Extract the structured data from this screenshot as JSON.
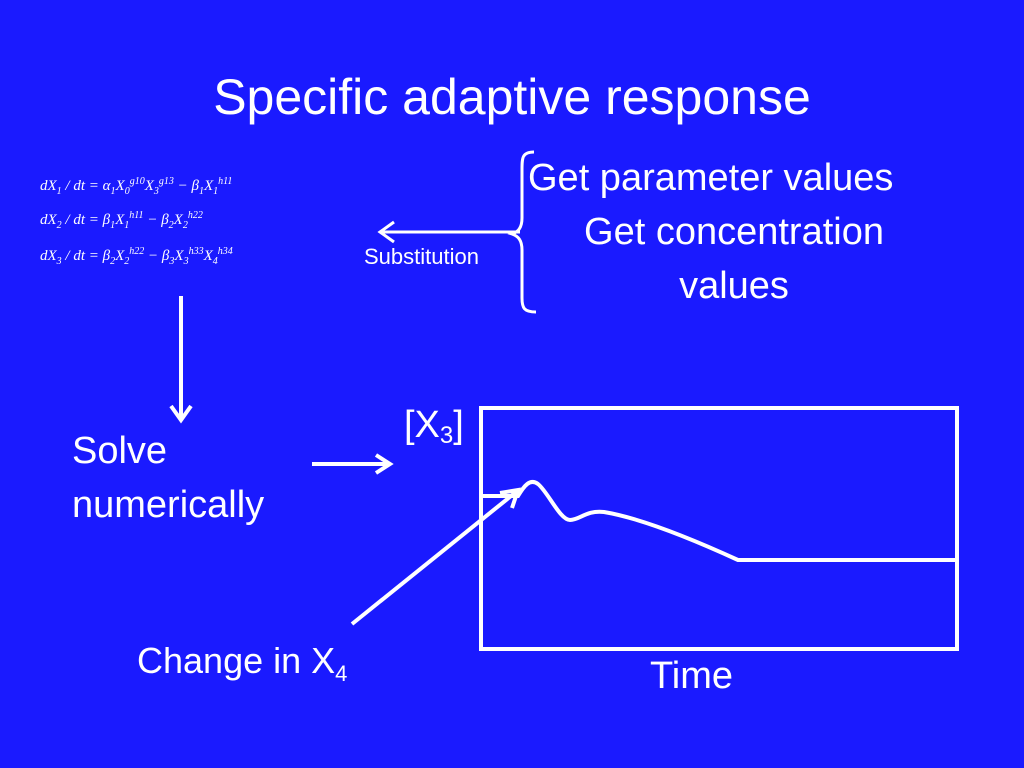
{
  "title": "Specific adaptive response",
  "equations": {
    "eq1": {
      "lhs": "dX",
      "lhs_sub": "1",
      "mid": " / dt = ",
      "a": "α",
      "a_sub": "1",
      "x0": "X",
      "x0_sub": "0",
      "x0_sup": "g10",
      "x3": "X",
      "x3_sub": "3",
      "x3_sup": "g13",
      "minus": " − ",
      "b": "β",
      "b_sub": "1",
      "x1": "X",
      "x1_sub": "1",
      "x1_sup": "h11"
    },
    "eq2": {
      "lhs": "dX",
      "lhs_sub": "2",
      "mid": " / dt = ",
      "b1": "β",
      "b1_sub": "1",
      "x1": "X",
      "x1_sub": "1",
      "x1_sup": "h11",
      "minus": " − ",
      "b2": "β",
      "b2_sub": "2",
      "x2": "X",
      "x2_sub": "2",
      "x2_sup": "h22"
    },
    "eq3": {
      "lhs": "dX",
      "lhs_sub": "3",
      "mid": " / dt = ",
      "b2": "β",
      "b2_sub": "2",
      "x2": "X",
      "x2_sub": "2",
      "x2_sup": "h22",
      "minus": " − ",
      "b3": "β",
      "b3_sub": "3",
      "x3": "X",
      "x3_sub": "3",
      "x3_sup": "h33",
      "x4": "X",
      "x4_sub": "4",
      "x4_sup": "h34"
    }
  },
  "labels": {
    "get_parameter": "Get parameter values",
    "get_concentration_1": "Get concentration",
    "get_concentration_2": "values",
    "substitution": "Substitution",
    "solve_1": "Solve",
    "solve_2": "numerically",
    "x3_bracket_open": "[X",
    "x3_sub": "3",
    "x3_bracket_close": "]",
    "change_in": "Change in X",
    "change_sub": "4",
    "time": "Time"
  },
  "colors": {
    "background": "#1a1aff",
    "foreground": "#ffffff"
  }
}
